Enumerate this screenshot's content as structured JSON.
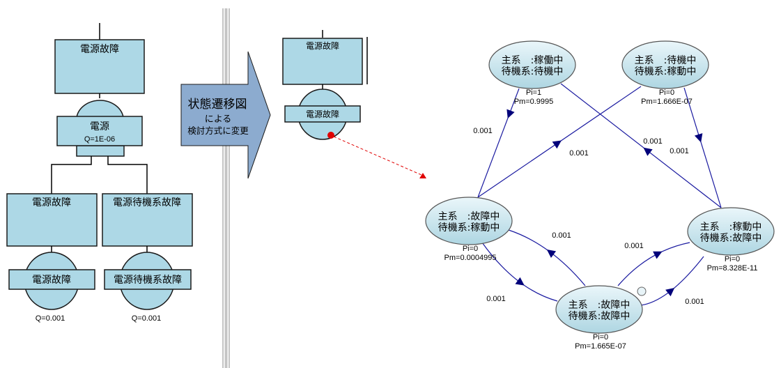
{
  "colors": {
    "gate_fill": "#add8e6",
    "arrow_fill": "#8cabcf",
    "state_fill_top": "#e4f3f8",
    "state_fill_bottom": "#b7dce6",
    "edge": "#1a1aa0",
    "link": "#e00000"
  },
  "fault_tree": {
    "top_event": "電源故障",
    "and_gate": {
      "label": "電源",
      "q": "Q=1E-06"
    },
    "children": [
      {
        "event": "電源故障",
        "basic": "電源故障",
        "q": "Q=0.001"
      },
      {
        "event": "電源待機系故障",
        "basic": "電源待機系故障",
        "q": "Q=0.001"
      }
    ]
  },
  "arrow_banner": {
    "line1": "状態遷移図",
    "line2": "による",
    "line3": "検討方式に変更"
  },
  "converted_tree": {
    "top_event": "電源故障",
    "basic": "電源故障"
  },
  "state_diagram": {
    "states": [
      {
        "id": "s1",
        "line1": "主系　:稼働中",
        "line2": "待機系:待機中",
        "pi": "Pi=1",
        "pm": "Pm=0.9995"
      },
      {
        "id": "s2",
        "line1": "主系　:待機中",
        "line2": "待機系:稼動中",
        "pi": "Pi=0",
        "pm": "Pm=1.666E-07"
      },
      {
        "id": "s3",
        "line1": "主系　:故障中",
        "line2": "待機系:稼動中",
        "pi": "Pi=0",
        "pm": "Pm=0.0004995"
      },
      {
        "id": "s4",
        "line1": "主系　:稼動中",
        "line2": "待機系:故障中",
        "pi": "Pi=0",
        "pm": "Pm=8.328E-11"
      },
      {
        "id": "s5",
        "line1": "主系　:故障中",
        "line2": "待機系:故障中",
        "pi": "Pi=0",
        "pm": "Pm=1.665E-07"
      }
    ],
    "transitions": [
      {
        "from": "s1",
        "to": "s3",
        "rate": "0.001"
      },
      {
        "from": "s3",
        "to": "s2",
        "rate": "0.001"
      },
      {
        "from": "s4",
        "to": "s1",
        "rate": "0.001"
      },
      {
        "from": "s2",
        "to": "s4",
        "rate": "0.001"
      },
      {
        "from": "s5",
        "to": "s3",
        "rate": "0.001"
      },
      {
        "from": "s3",
        "to": "s5",
        "rate": "0.001"
      },
      {
        "from": "s5",
        "to": "s4",
        "rate": "0.001"
      },
      {
        "from": "s4",
        "to": "s5",
        "rate": "0.001"
      }
    ]
  }
}
